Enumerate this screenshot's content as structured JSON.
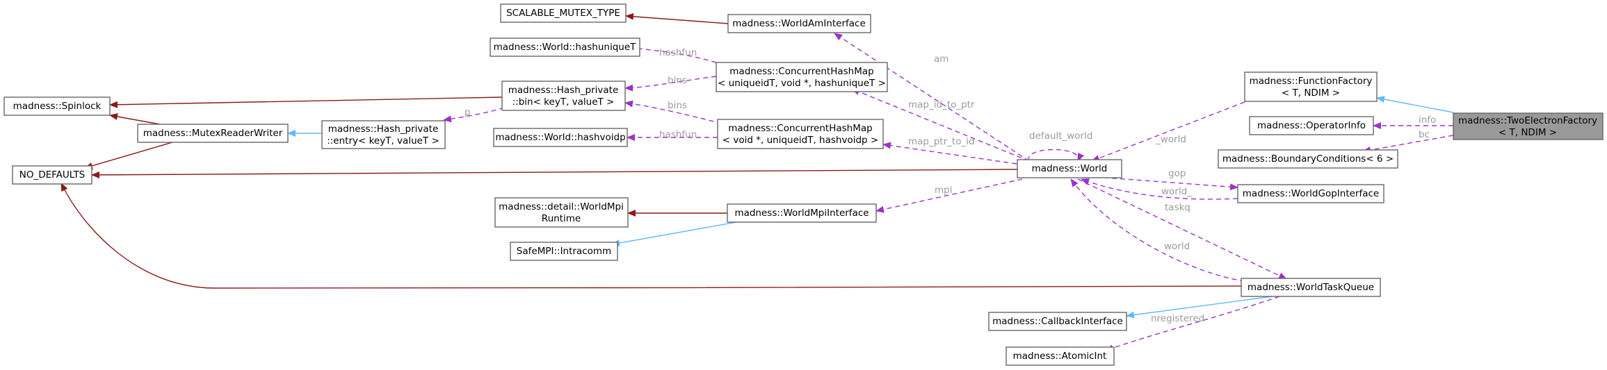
{
  "nodes": {
    "scalable_mutex_type": "SCALABLE_MUTEX_TYPE",
    "world_am_interface": "madness::WorldAmInterface",
    "world_hashuniquet": "madness::World::hashuniqueT",
    "chm_uniqueid_1": "madness::ConcurrentHashMap",
    "chm_uniqueid_2": "< uniqueidT, void *, hashuniqueT >",
    "spinlock": "madness::Spinlock",
    "hash_private_bin_1": "madness::Hash_private",
    "hash_private_bin_2": "::bin< keyT, valueT >",
    "mutex_reader_writer": "madness::MutexReaderWriter",
    "hash_private_entry_1": "madness::Hash_private",
    "hash_private_entry_2": "::entry< keyT, valueT >",
    "world_hashvoidp": "madness::World::hashvoidp",
    "chm_voidp_1": "madness::ConcurrentHashMap",
    "chm_voidp_2": "< void *, uniqueidT, hashvoidp >",
    "no_defaults": "NO_DEFAULTS",
    "world": "madness::World",
    "function_factory_1": "madness::FunctionFactory",
    "function_factory_2": "< T, NDIM >",
    "operator_info": "madness::OperatorInfo",
    "two_electron_factory_1": "madness::TwoElectronFactory",
    "two_electron_factory_2": "< T, NDIM >",
    "boundary_conditions": "madness::BoundaryConditions< 6 >",
    "world_gop_interface": "madness::WorldGopInterface",
    "detail_world_mpi_runtime_1": "madness::detail::WorldMpi",
    "detail_world_mpi_runtime_2": "Runtime",
    "world_mpi_interface": "madness::WorldMpiInterface",
    "safempi_intracomm": "SafeMPI::Intracomm",
    "world_task_queue": "madness::WorldTaskQueue",
    "callback_interface": "madness::CallbackInterface",
    "atomic_int": "madness::AtomicInt"
  },
  "edge_labels": {
    "am": "am",
    "hashfun_1": "hashfun",
    "bins_1": "bins",
    "bins_2": "bins",
    "p": "p",
    "map_id_to_ptr": "map_id_to_ptr",
    "hashfun_2": "hashfun",
    "map_ptr_to_id": "map_ptr_to_id",
    "default_world": "default_world",
    "world_ff": "_world",
    "info": "info",
    "bc": "bc",
    "gop": "gop",
    "world_gop": "world_",
    "taskq": "taskq",
    "mpi": "mpi",
    "world_tq": "world",
    "nregistered": "nregistered"
  },
  "colors": {
    "inheritance_public": "#63b8ff",
    "inheritance_private": "#8b1a1a",
    "usage": "#9a32cd",
    "focus_fill": "#999999",
    "label": "#9a9a9a"
  }
}
